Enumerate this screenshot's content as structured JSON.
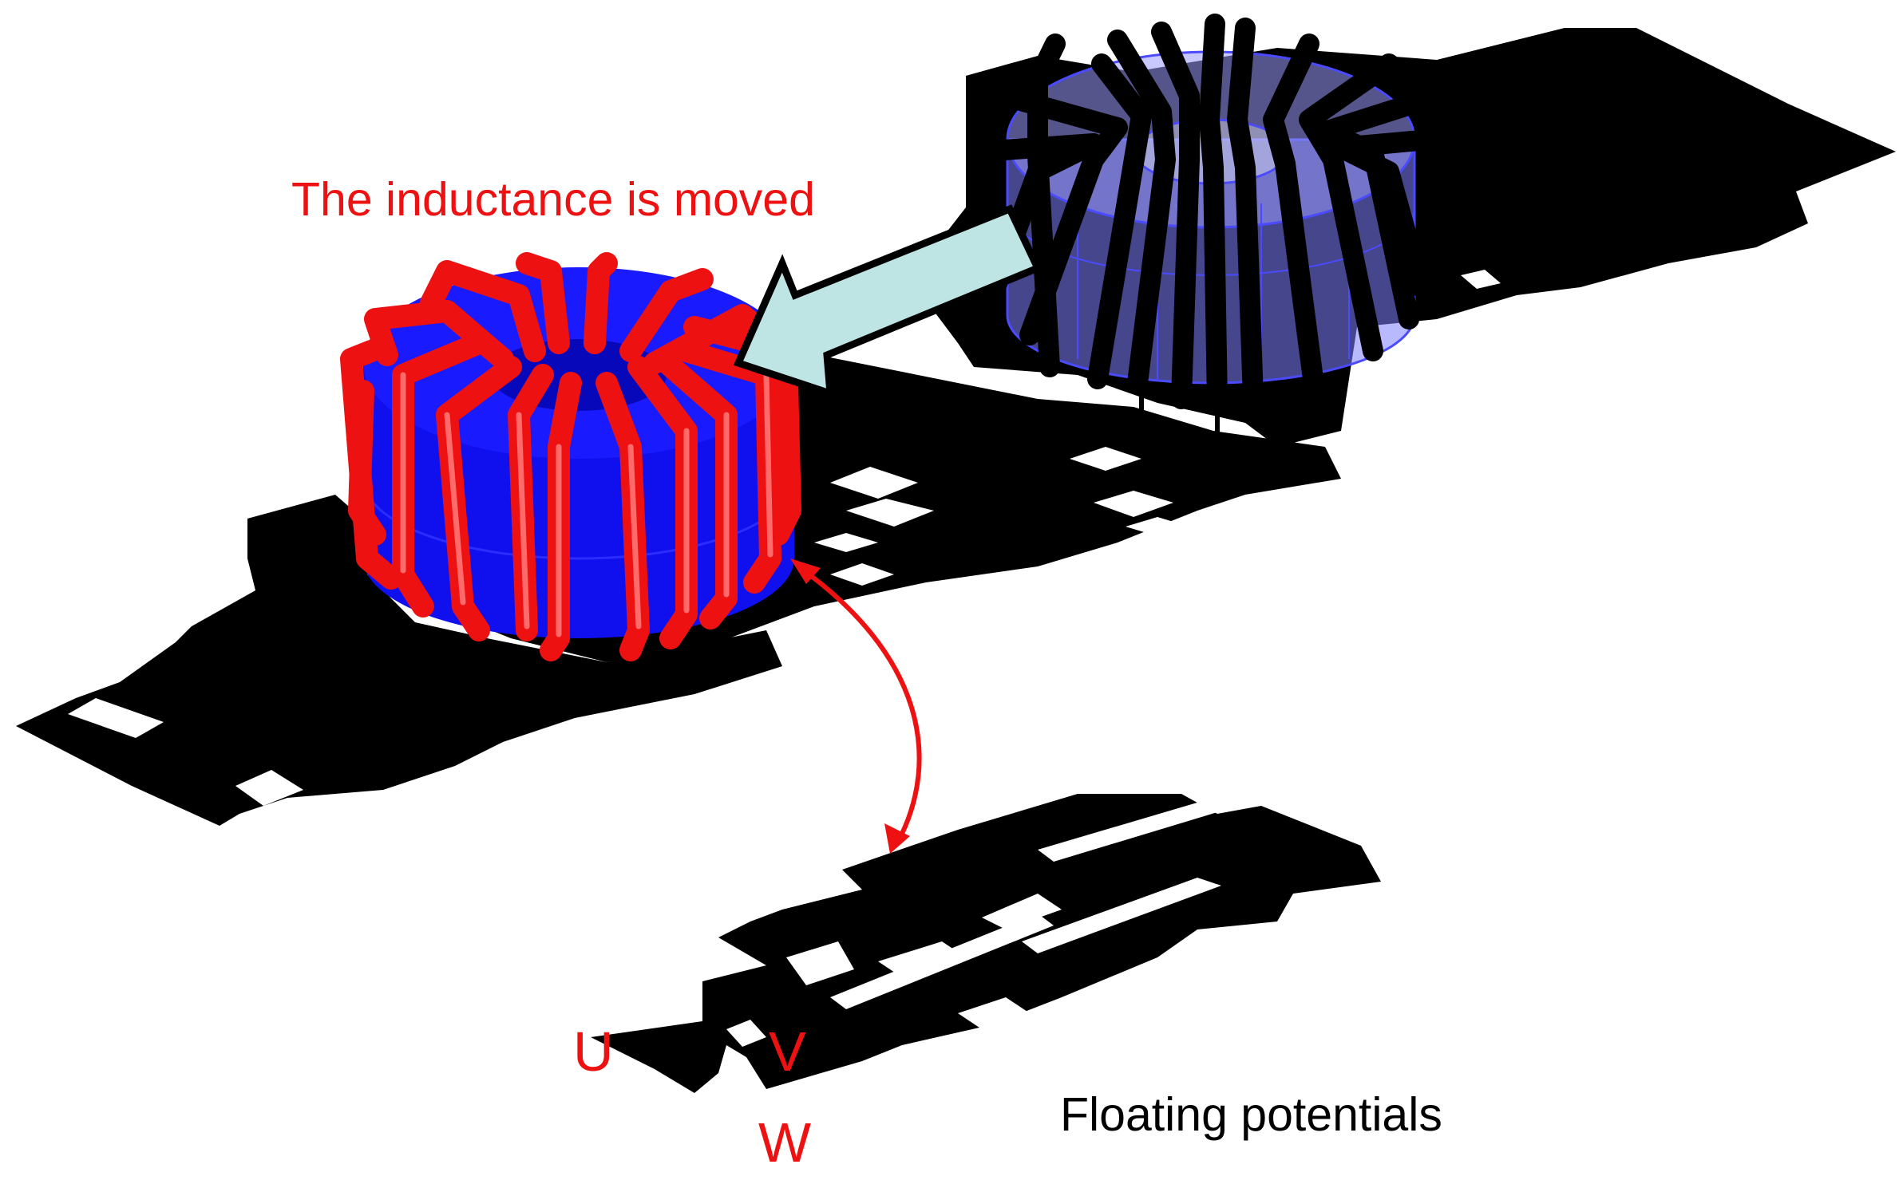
{
  "labels": {
    "moved_caption": "The inductance is moved",
    "floating_caption": "Floating potentials",
    "phase_u": "U",
    "phase_v": "V",
    "phase_w": "W"
  },
  "colors": {
    "board": "#000000",
    "core_solid": "#1010ee",
    "core_ghost": "#8080ff",
    "winding_moved": "#ee1111",
    "winding_ghost": "#000000",
    "arrow_fill": "#bfe4e4",
    "annotation": "#ee1111",
    "caption_text": "#000000"
  },
  "toroids": {
    "moved": {
      "turns": 12,
      "style": "solid"
    },
    "original": {
      "turns": 12,
      "style": "transparent"
    }
  }
}
